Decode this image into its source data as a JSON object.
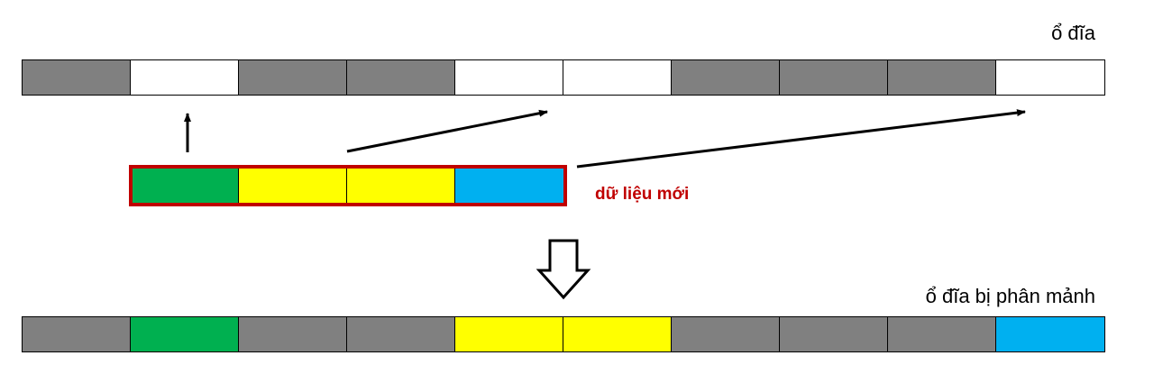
{
  "labels": {
    "disk": "ổ đĩa",
    "new_data": "dữ liệu mới",
    "fragmented_disk": "ổ đĩa bị phân mảnh"
  },
  "colors": {
    "used": "#808080",
    "free": "#ffffff",
    "green": "#00b050",
    "yellow": "#ffff00",
    "blue": "#00b0f0",
    "frame_red": "#c00000"
  },
  "disk_blocks": [
    "used",
    "free",
    "used",
    "used",
    "free",
    "free",
    "used",
    "used",
    "used",
    "free"
  ],
  "new_data_blocks": [
    "green",
    "yellow",
    "yellow",
    "blue"
  ],
  "fragmented_blocks": [
    "used",
    "green",
    "used",
    "used",
    "yellow",
    "yellow",
    "used",
    "used",
    "used",
    "blue"
  ]
}
